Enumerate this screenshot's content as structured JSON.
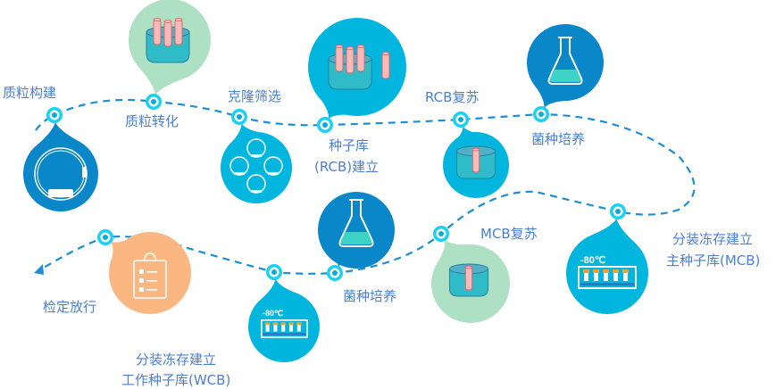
{
  "title": "菌种建库流程",
  "steps": [
    {
      "label": "质粒构建"
    },
    {
      "label": "质粒转化"
    },
    {
      "label": "克隆筛选"
    },
    {
      "label_line1": "种子库",
      "label_line2": "(RCB)建立"
    },
    {
      "label": "RCB复苏"
    },
    {
      "label": "菌种培养"
    },
    {
      "label_line1": "分装冻存建立",
      "label_line2": "主种子库(MCB)",
      "temp": "-80℃"
    },
    {
      "label": "MCB复苏"
    },
    {
      "label": "菌种培养"
    },
    {
      "label_line1": "分装冻存建立",
      "label_line2": "工作种子库(WCB)",
      "temp": "-80℃"
    },
    {
      "label": "检定放行"
    }
  ],
  "colors": {
    "dark_blue": "#0a87c9",
    "cyan": "#00b6de",
    "green": "#aee0c4",
    "orange": "#fbb782",
    "text": "#4a7fd4",
    "path": "#1a8fd6"
  }
}
